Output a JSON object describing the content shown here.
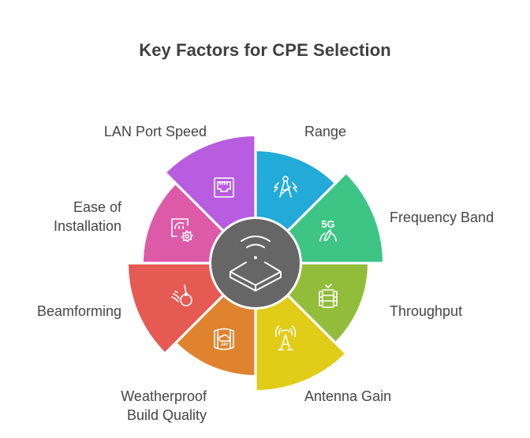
{
  "title": "Key Factors for CPE Selection",
  "center": {
    "icon": "wifi-router-icon",
    "color": "#666666"
  },
  "segments": [
    {
      "id": "lan-port-speed",
      "label": "LAN Port Speed",
      "icon": "ethernet-port-icon",
      "color": "#B85CE0"
    },
    {
      "id": "range",
      "label": "Range",
      "icon": "radio-tower-icon",
      "color": "#22AAD9"
    },
    {
      "id": "frequency-band",
      "label": "Frequency Band",
      "icon": "5g-speedometer-icon",
      "color": "#3EC485"
    },
    {
      "id": "throughput",
      "label": "Throughput",
      "icon": "server-stack-check-icon",
      "color": "#92BD3A"
    },
    {
      "id": "antenna-gain",
      "label": "Antenna Gain",
      "icon": "antenna-signal-icon",
      "color": "#E1CC17"
    },
    {
      "id": "weatherproof-build-quality",
      "label": "Weatherproof\nBuild Quality",
      "label_lines": [
        "Weatherproof",
        "Build Quality"
      ],
      "icon": "weatherproof-enclosure-icon",
      "color": "#E0832F"
    },
    {
      "id": "beamforming",
      "label": "Beamforming",
      "icon": "wrecking-ball-icon",
      "color": "#E55A53"
    },
    {
      "id": "ease-of-installation",
      "label": "Ease of\nInstallation",
      "label_lines": [
        "Ease of",
        "Installation"
      ],
      "icon": "outlet-gear-icon",
      "color": "#DD5AA8"
    }
  ]
}
